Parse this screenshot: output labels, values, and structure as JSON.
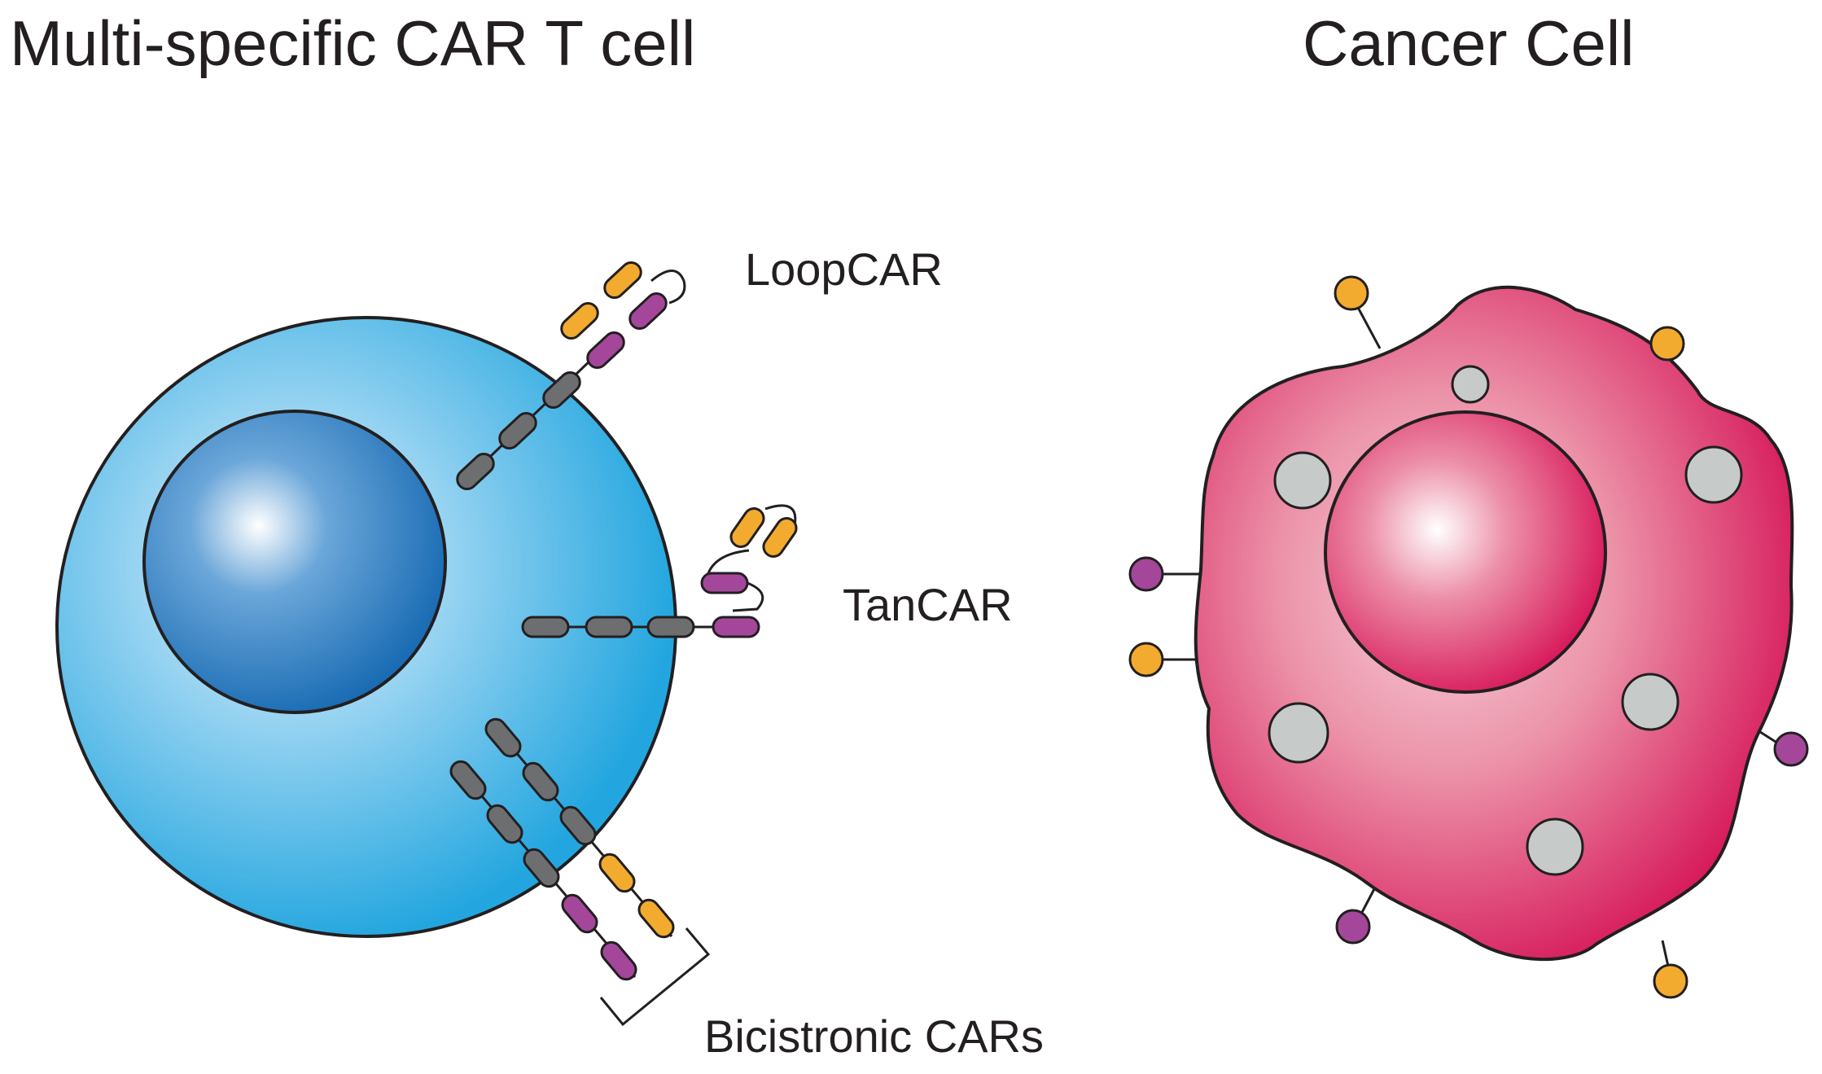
{
  "titles": {
    "left": "Multi-specific CAR T cell",
    "right": "Cancer Cell"
  },
  "labels": {
    "loopcar": "LoopCAR",
    "tancar": "TanCAR",
    "bicistronic": "Bicistronic CARs"
  },
  "colors": {
    "t_cell_outer": "#29a8e0",
    "t_cell_nucleus": "#1b6db4",
    "cancer_cell": "#d8185a",
    "segment_gray": "#6d6e70",
    "segment_orange": "#f2ab2f",
    "segment_purple": "#a4479b",
    "vesicle_gray": "#c6cac9",
    "outline": "#231f20"
  }
}
